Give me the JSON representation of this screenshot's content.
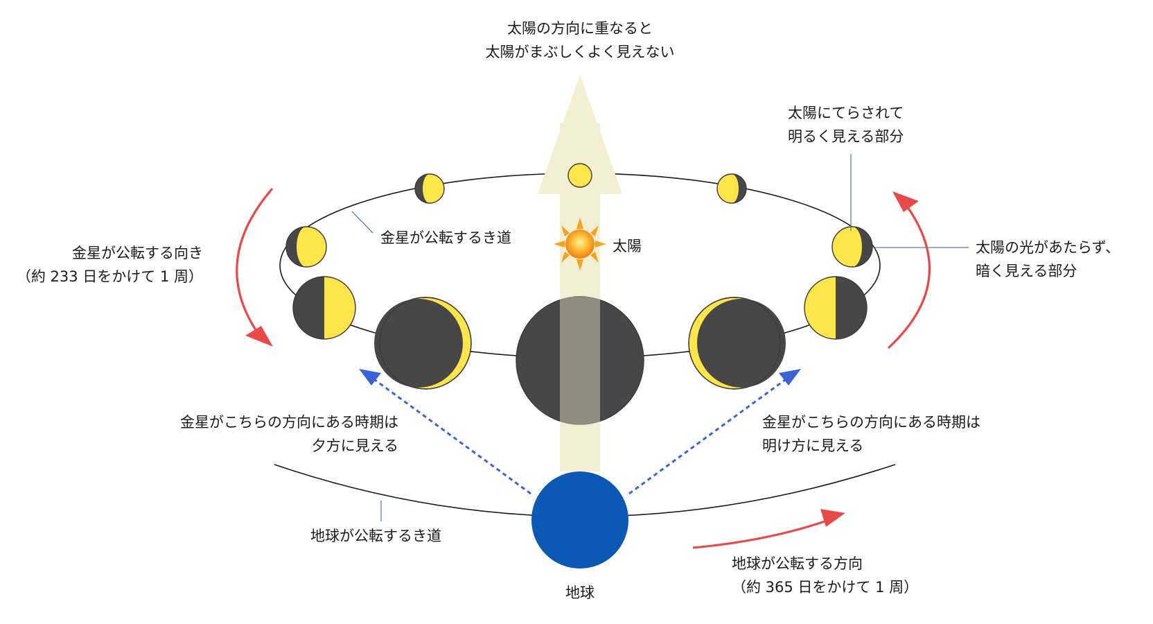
{
  "labels": {
    "sun_direction": [
      "太陽の方向に重なると",
      "太陽がまぶしくよく見えない"
    ],
    "lit_part": [
      "太陽にてらされて",
      "明るく見える部分"
    ],
    "venus_orbit": "金星が公転するき道",
    "sun": "太陽",
    "venus_revolution": [
      "金星が公転する向き",
      "（約 233 日をかけて 1 周）"
    ],
    "dark_part": [
      "太陽の光があたらず、",
      "暗く見える部分"
    ],
    "evening": [
      "金星がこちらの方向にある時期は",
      "夕方に見える"
    ],
    "morning": [
      "金星がこちらの方向にある時期は",
      "明け方に見える"
    ],
    "earth_orbit": "地球が公転するき道",
    "earth": "地球",
    "earth_revolution": [
      "地球が公転する方向",
      "（約 365 日をかけて 1 周）"
    ]
  },
  "colors": {
    "venus_lit": "#fde54a",
    "venus_dark": "#474747",
    "earth": "#0a58b3",
    "arrow_red": "#e84a4a",
    "arrow_blue": "#3b62d6",
    "sun_beam": "#f3efd2",
    "orbit": "#1a1a1a",
    "leader": "#5f79a6"
  },
  "icons": {
    "sun": "sun-icon",
    "earth": "earth-circle",
    "venus": "venus-phase-icon"
  }
}
